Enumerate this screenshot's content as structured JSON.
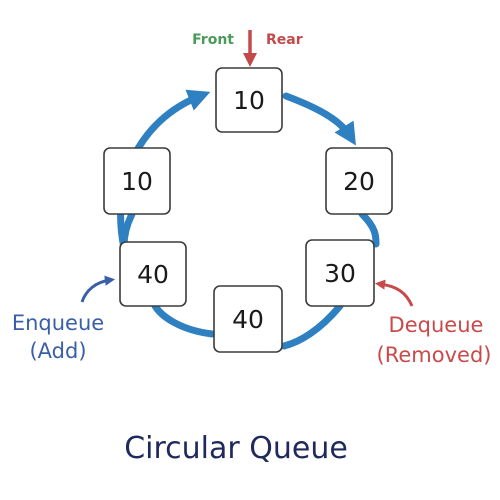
{
  "diagram": {
    "title": "Circular Queue",
    "front_label": "Front",
    "rear_label": "Rear",
    "enqueue_line1": "Enqueue",
    "enqueue_line2": "(Add)",
    "dequeue_line1": "Dequeue",
    "dequeue_line2": "(Removed)",
    "cells": [
      {
        "position": "top",
        "value": "10"
      },
      {
        "position": "right-upper",
        "value": "20"
      },
      {
        "position": "right-lower",
        "value": "30"
      },
      {
        "position": "bottom",
        "value": "40"
      },
      {
        "position": "left-lower",
        "value": "40"
      },
      {
        "position": "left-upper",
        "value": "10"
      }
    ]
  },
  "colors": {
    "ring": "#2f80c1",
    "front": "#4a9a5a",
    "rear": "#c24a4a",
    "enqueue": "#3a5fa8",
    "dequeue": "#c84a4a",
    "title": "#1f2a5a"
  }
}
